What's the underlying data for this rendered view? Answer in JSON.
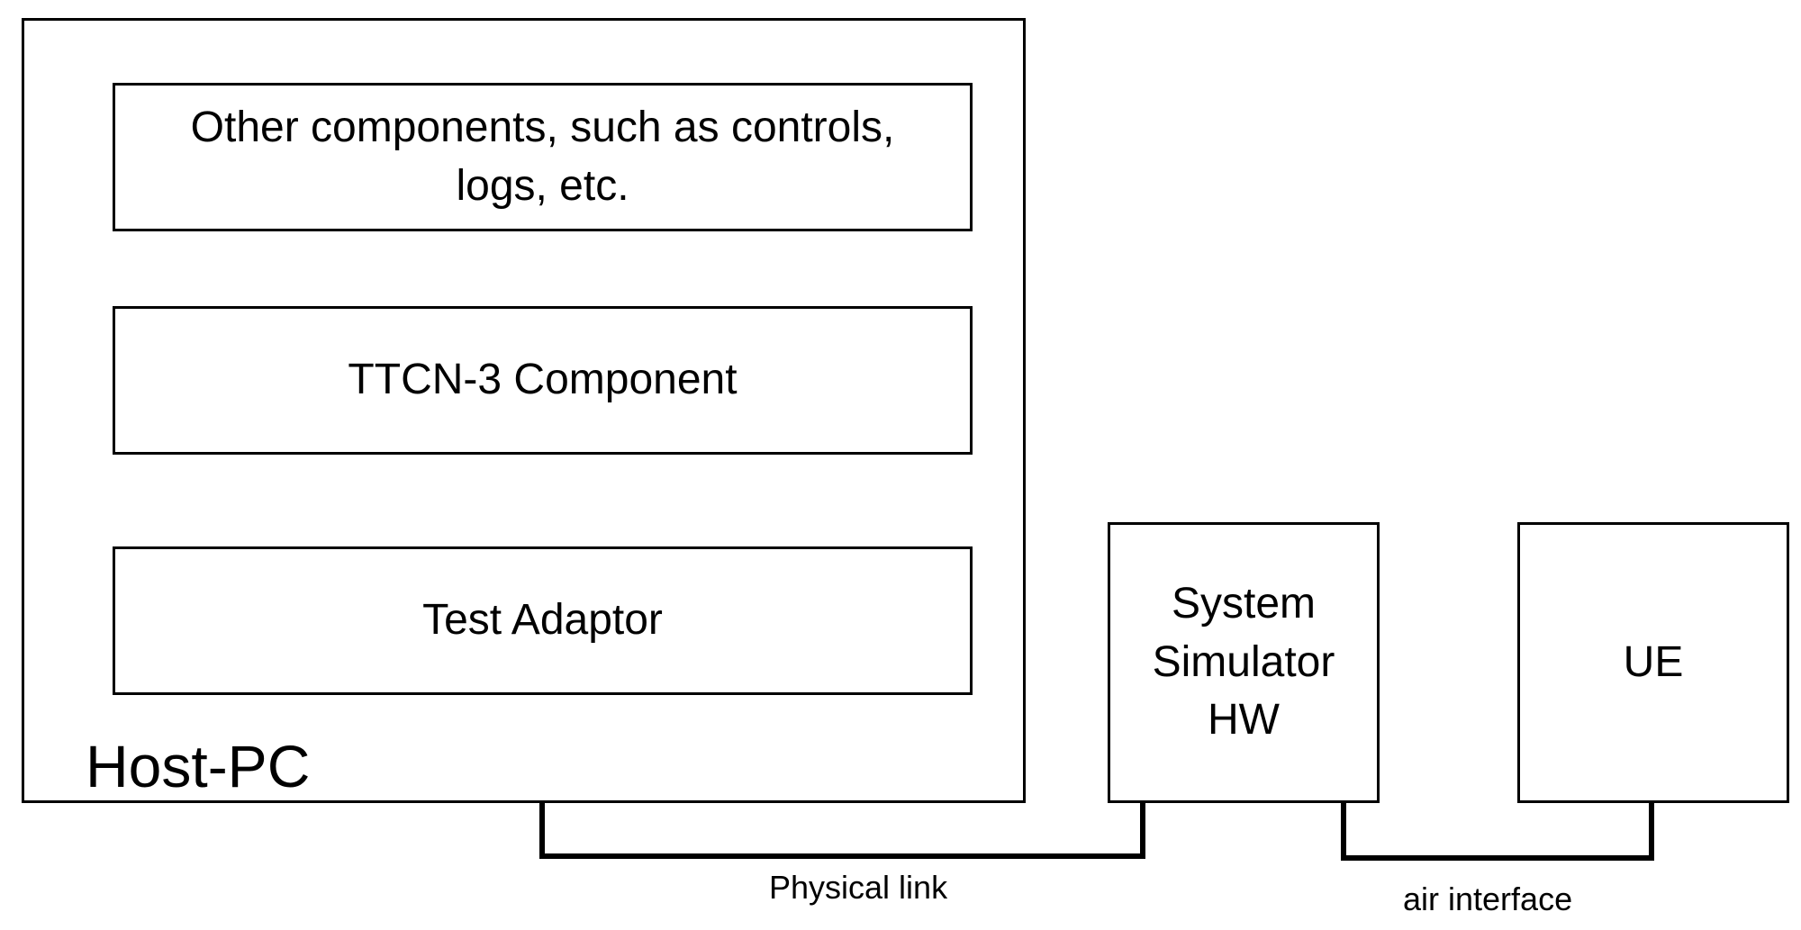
{
  "diagram": {
    "host_pc": {
      "label": "Host-PC",
      "components": [
        {
          "label": "Other components, such as controls,\nlogs, etc."
        },
        {
          "label": "TTCN-3 Component"
        },
        {
          "label": "Test Adaptor"
        }
      ]
    },
    "system_simulator": {
      "label": "System\nSimulator\nHW"
    },
    "ue": {
      "label": "UE"
    },
    "links": {
      "physical_link": "Physical link",
      "air_interface": "air interface"
    }
  }
}
